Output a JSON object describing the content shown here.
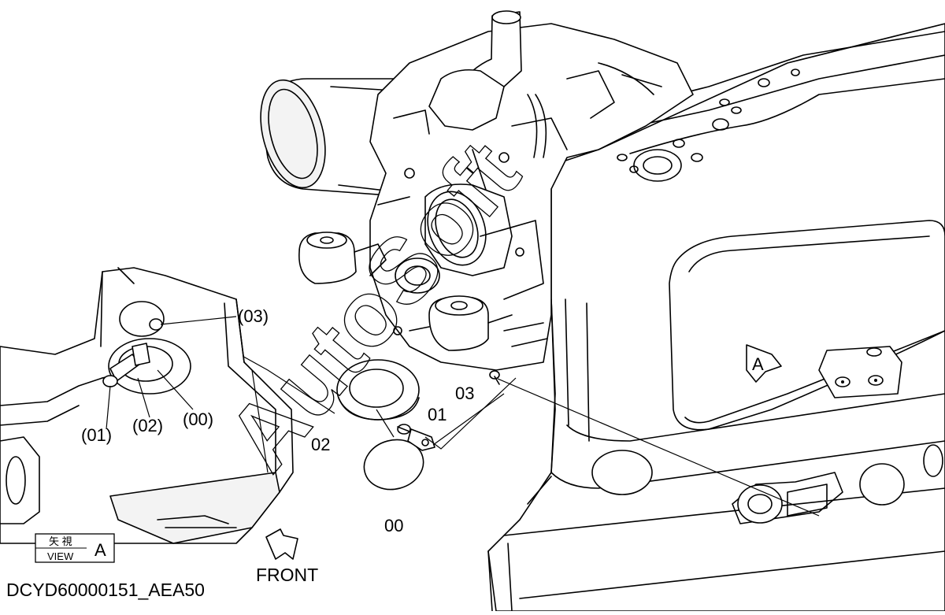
{
  "watermark": "AutoSoft",
  "labels": {
    "p00": "00",
    "p01": "01",
    "p02": "02",
    "p03": "03",
    "d00": "(00)",
    "d01": "(01)",
    "d02": "(02)",
    "d03": "(03)",
    "view_a": "A"
  },
  "view_box": {
    "kanji": "矢 視",
    "view": "VIEW",
    "letter": "A"
  },
  "front_label": "FRONT",
  "drawing_ref": "DCYD60000151_AEA50"
}
